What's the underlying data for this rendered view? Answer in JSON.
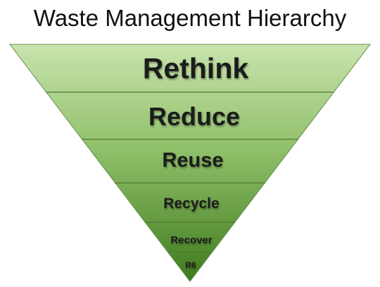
{
  "title": "Waste Management Hierarchy",
  "levels": [
    {
      "label": "Rethink"
    },
    {
      "label": "Reduce"
    },
    {
      "label": "Reuse"
    },
    {
      "label": "Recycle"
    },
    {
      "label": "Recover"
    },
    {
      "label": "R6"
    }
  ],
  "colors": {
    "fill_top": "#c8e4ad",
    "fill_bottom": "#3f7a1e",
    "divider": "#4f7a32",
    "outline": "#6a8f4f",
    "text": "#1a1a1a"
  }
}
